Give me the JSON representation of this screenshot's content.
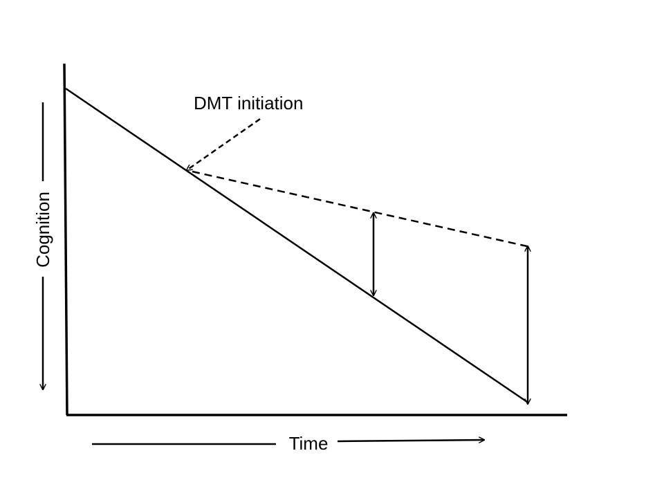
{
  "labels": {
    "annotation": "DMT initiation",
    "x_axis": "Time",
    "y_axis": "Cognition"
  },
  "colors": {
    "stroke": "#000000",
    "background": "#ffffff"
  }
}
